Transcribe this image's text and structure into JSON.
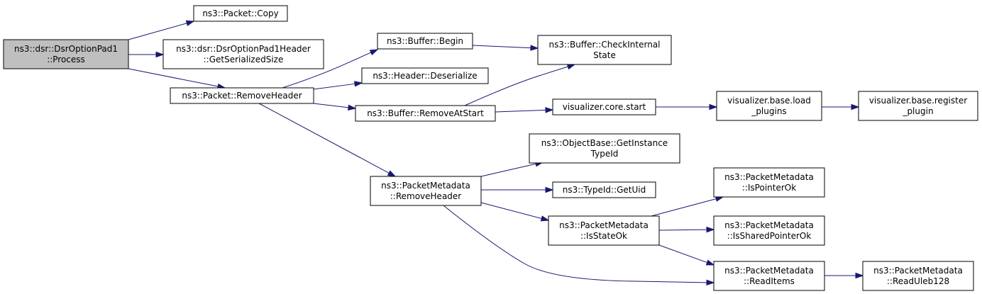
{
  "colors": {
    "edge": "#191970",
    "root_fill": "#bfbfbf",
    "node_fill": "#ffffff",
    "node_stroke": "#000000"
  },
  "nodes": [
    {
      "id": "process",
      "lines": [
        "ns3::dsr::DsrOptionPad1",
        "::Process"
      ],
      "root": true
    },
    {
      "id": "packet_copy",
      "lines": [
        "ns3::Packet::Copy"
      ]
    },
    {
      "id": "pad1hdr_size",
      "lines": [
        "ns3::dsr::DsrOptionPad1Header",
        "::GetSerializedSize"
      ]
    },
    {
      "id": "packet_removeheader",
      "lines": [
        "ns3::Packet::RemoveHeader"
      ]
    },
    {
      "id": "buffer_begin",
      "lines": [
        "ns3::Buffer::Begin"
      ]
    },
    {
      "id": "header_deserialize",
      "lines": [
        "ns3::Header::Deserialize"
      ]
    },
    {
      "id": "buffer_removeatstart",
      "lines": [
        "ns3::Buffer::RemoveAtStart"
      ]
    },
    {
      "id": "buffer_checkinternal",
      "lines": [
        "ns3::Buffer::CheckInternal",
        "State"
      ]
    },
    {
      "id": "vis_core_start",
      "lines": [
        "visualizer.core.start"
      ]
    },
    {
      "id": "vis_load_plugins",
      "lines": [
        "visualizer.base.load",
        "_plugins"
      ]
    },
    {
      "id": "vis_register_plugin",
      "lines": [
        "visualizer.base.register",
        "_plugin"
      ]
    },
    {
      "id": "pm_removeheader",
      "lines": [
        "ns3::PacketMetadata",
        "::RemoveHeader"
      ]
    },
    {
      "id": "objbase_getinstancetypeid",
      "lines": [
        "ns3::ObjectBase::GetInstance",
        "TypeId"
      ]
    },
    {
      "id": "typeid_getuid",
      "lines": [
        "ns3::TypeId::GetUid"
      ]
    },
    {
      "id": "pm_isstateok",
      "lines": [
        "ns3::PacketMetadata",
        "::IsStateOk"
      ]
    },
    {
      "id": "pm_ispointerok",
      "lines": [
        "ns3::PacketMetadata",
        "::IsPointerOk"
      ]
    },
    {
      "id": "pm_issharedpointerok",
      "lines": [
        "ns3::PacketMetadata",
        "::IsSharedPointerOk"
      ]
    },
    {
      "id": "pm_readitems",
      "lines": [
        "ns3::PacketMetadata",
        "::ReadItems"
      ]
    },
    {
      "id": "pm_readuleb128",
      "lines": [
        "ns3::PacketMetadata",
        "::ReadUleb128"
      ]
    }
  ],
  "edges": [
    {
      "from": "process",
      "to": "packet_copy"
    },
    {
      "from": "process",
      "to": "pad1hdr_size"
    },
    {
      "from": "process",
      "to": "packet_removeheader"
    },
    {
      "from": "packet_removeheader",
      "to": "buffer_begin"
    },
    {
      "from": "packet_removeheader",
      "to": "header_deserialize"
    },
    {
      "from": "packet_removeheader",
      "to": "buffer_removeatstart"
    },
    {
      "from": "packet_removeheader",
      "to": "pm_removeheader"
    },
    {
      "from": "buffer_begin",
      "to": "buffer_checkinternal"
    },
    {
      "from": "buffer_removeatstart",
      "to": "buffer_checkinternal"
    },
    {
      "from": "buffer_removeatstart",
      "to": "vis_core_start"
    },
    {
      "from": "vis_core_start",
      "to": "vis_load_plugins"
    },
    {
      "from": "vis_load_plugins",
      "to": "vis_register_plugin"
    },
    {
      "from": "pm_removeheader",
      "to": "objbase_getinstancetypeid"
    },
    {
      "from": "pm_removeheader",
      "to": "typeid_getuid"
    },
    {
      "from": "pm_removeheader",
      "to": "pm_isstateok"
    },
    {
      "from": "pm_removeheader",
      "to": "pm_readitems"
    },
    {
      "from": "pm_isstateok",
      "to": "pm_ispointerok"
    },
    {
      "from": "pm_isstateok",
      "to": "pm_issharedpointerok"
    },
    {
      "from": "pm_isstateok",
      "to": "pm_readitems"
    },
    {
      "from": "pm_readitems",
      "to": "pm_readuleb128"
    }
  ]
}
